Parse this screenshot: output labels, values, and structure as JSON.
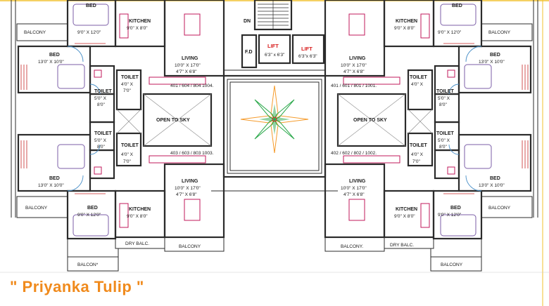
{
  "title": "\" Priyanka Tulip \"",
  "labels": {
    "dn": "DN",
    "fd": "F.D",
    "lift": "LIFT",
    "lift_dim_1": "6'3\" x 6'3\"",
    "lift_dim_2": "6'3\"x 6'3\"",
    "open_to_sky": "OPEN TO SKY",
    "bed": "BED",
    "kitchen": "KITCHEN",
    "living": "LIVING",
    "toilet": "TOILET",
    "balcony": "BALCONY",
    "balcony_alt": "BALCONY",
    "balcony_star": "BALCON*",
    "balcony_dot": "BALCONY.",
    "dry_balc": "DRY BALC.",
    "dry_balc_alt": "DRY BALC.",
    "bed_dim_small": "9'0\" X 12'0\"",
    "bed_dim_large": "13'0\" X 10'0\"",
    "kitchen_dim": "9'0\" X 8'0\"",
    "living_dim_1": "10'0\" X 17'0\"",
    "living_dim_2": "4'7\" X 6'8\"",
    "toilet_dim_a": "4'0\" X",
    "toilet_dim_b": "7'0\"",
    "toilet_dim_c": "5'0\" X",
    "toilet_dim_d": "8'0\"",
    "flat_top_left": "401 / 604 / 804 1004.",
    "flat_bot_left": "403 / 603 / 803 1003.",
    "flat_top_right": "401 / 601 / 801 / 1001.",
    "flat_bot_right": "402 / 602 / 802 / 1002."
  },
  "colors": {
    "title": "#f08a1c",
    "lift_text": "#d81c1c",
    "walls": "#2b2b2b",
    "furniture": "#c2185b",
    "bed_furniture": "#7b5ea7",
    "doors": "#4a90c8",
    "compass_orange": "#f59b2b",
    "compass_green": "#2aa84a"
  }
}
